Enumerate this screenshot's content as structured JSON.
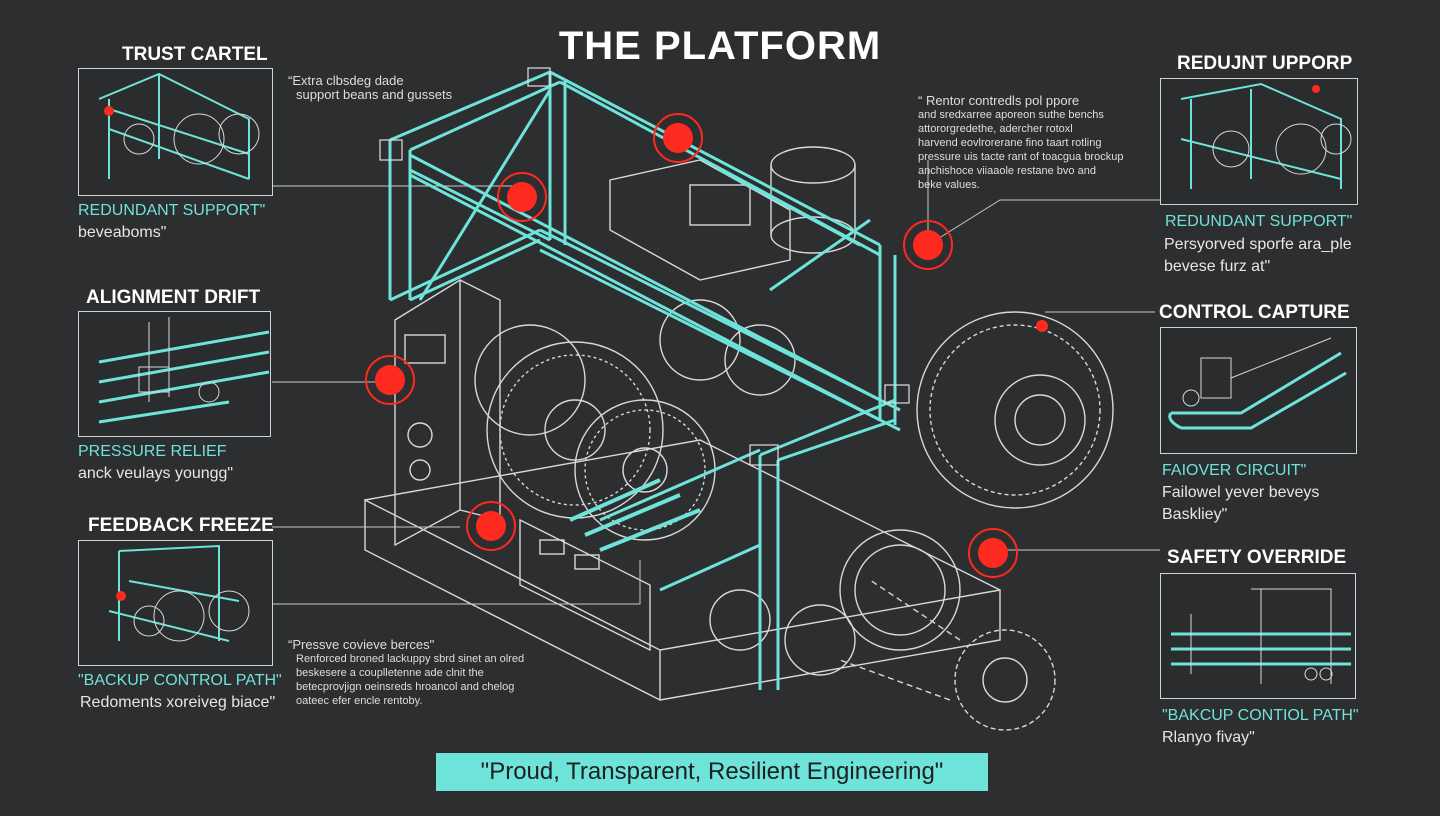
{
  "title": "THE PLATFORM",
  "tagline": "\"Proud, Transparent, Resilient Engineering\"",
  "colors": {
    "background": "#2c2e30",
    "accent": "#6ee3d9",
    "line": "#e0e0e0",
    "marker": "#ff2a1f"
  },
  "left_panels": [
    {
      "title": "TRUST CARTEL",
      "caption1": "REDUNDANT SUPPORT\"",
      "caption2": "beveaboms\""
    },
    {
      "title": "ALIGNMENT DRIFT",
      "caption1": "PRESSURE RELIEF",
      "caption2": "anck veulays youngg\""
    },
    {
      "title": "FEEDBACK FREEZE",
      "caption1": "\"BACKUP CONTROL PATH\"",
      "caption2": "Redoments xoreiveg biace\""
    }
  ],
  "right_panels": [
    {
      "title": "REDUJNT UPPORP",
      "caption1": "REDUNDANT SUPPORT\"",
      "caption2a": "Persyorved sporfe ara_ple",
      "caption2b": "bevese furz at\""
    },
    {
      "title": "CONTROL CAPTURE",
      "caption1": "FAIOVER CIRCUIT\"",
      "caption2a": "Failowel yever beveys",
      "caption2b": "Baskliey\""
    },
    {
      "title": "SAFETY OVERRIDE",
      "caption1": "\"BAKCUP CONTIOL PATH\"",
      "caption2a": "Rlanyo fivay\"",
      "caption2b": ""
    }
  ],
  "notes": {
    "top_left": [
      "“Extra clbsdeg dade",
      "support beans and gussets"
    ],
    "top_right": [
      "“ Rentor contredls pol ppore",
      "and sredxarree aporeon suthe benchs",
      "attororgredethe, adercher rotoxl",
      "harvend eovlrorerane fino taart rotling",
      "pressure uis tacte rant of toacgua brockup",
      "anchishoce viiaaole restane bvo and",
      "beke values."
    ],
    "bottom": [
      "“Pressve covieve berces\"",
      "Renforced broned lackuppy sbrd sinet an olred",
      "beskesere a couplletenne ade clnit the",
      "betecprovjign oeinsreds hroancol and chelog",
      "oateec efer encle rentoby."
    ]
  }
}
